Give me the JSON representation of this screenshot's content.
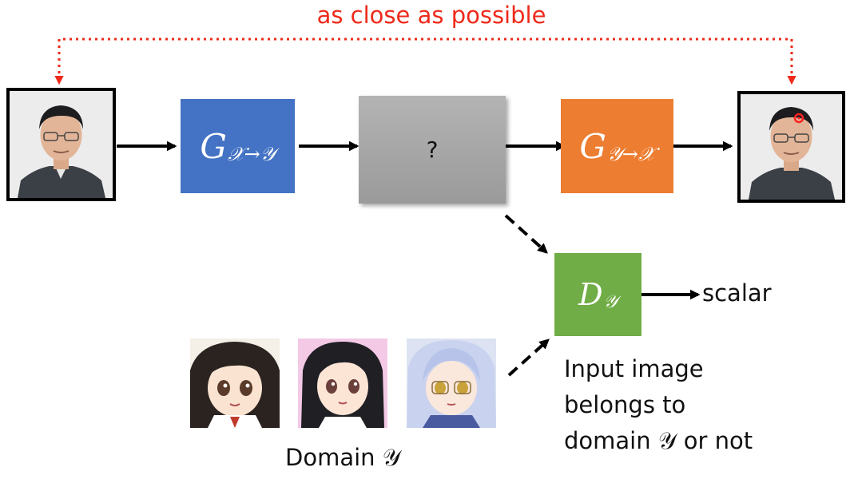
{
  "annotation": {
    "cycle_label": "as close as possible"
  },
  "generator_xy": {
    "letter": "G",
    "subscript": "𝒳→𝒴",
    "color": "#4472c4"
  },
  "hidden_box": {
    "text": "?",
    "color": "#a6a6a6"
  },
  "generator_yx": {
    "letter": "G",
    "subscript": "𝒴→𝒳",
    "color": "#ed7d31"
  },
  "discriminator": {
    "letter": "D",
    "subscript": "𝒴",
    "color": "#70ad47"
  },
  "output": {
    "label": "scalar"
  },
  "description": {
    "line1": "Input image",
    "line2": "belongs to",
    "line3": "domain 𝒴 or not"
  },
  "domain": {
    "label": "Domain 𝒴"
  },
  "colors": {
    "arrow": "#000000",
    "cycle_line": "#ee2a1b"
  }
}
